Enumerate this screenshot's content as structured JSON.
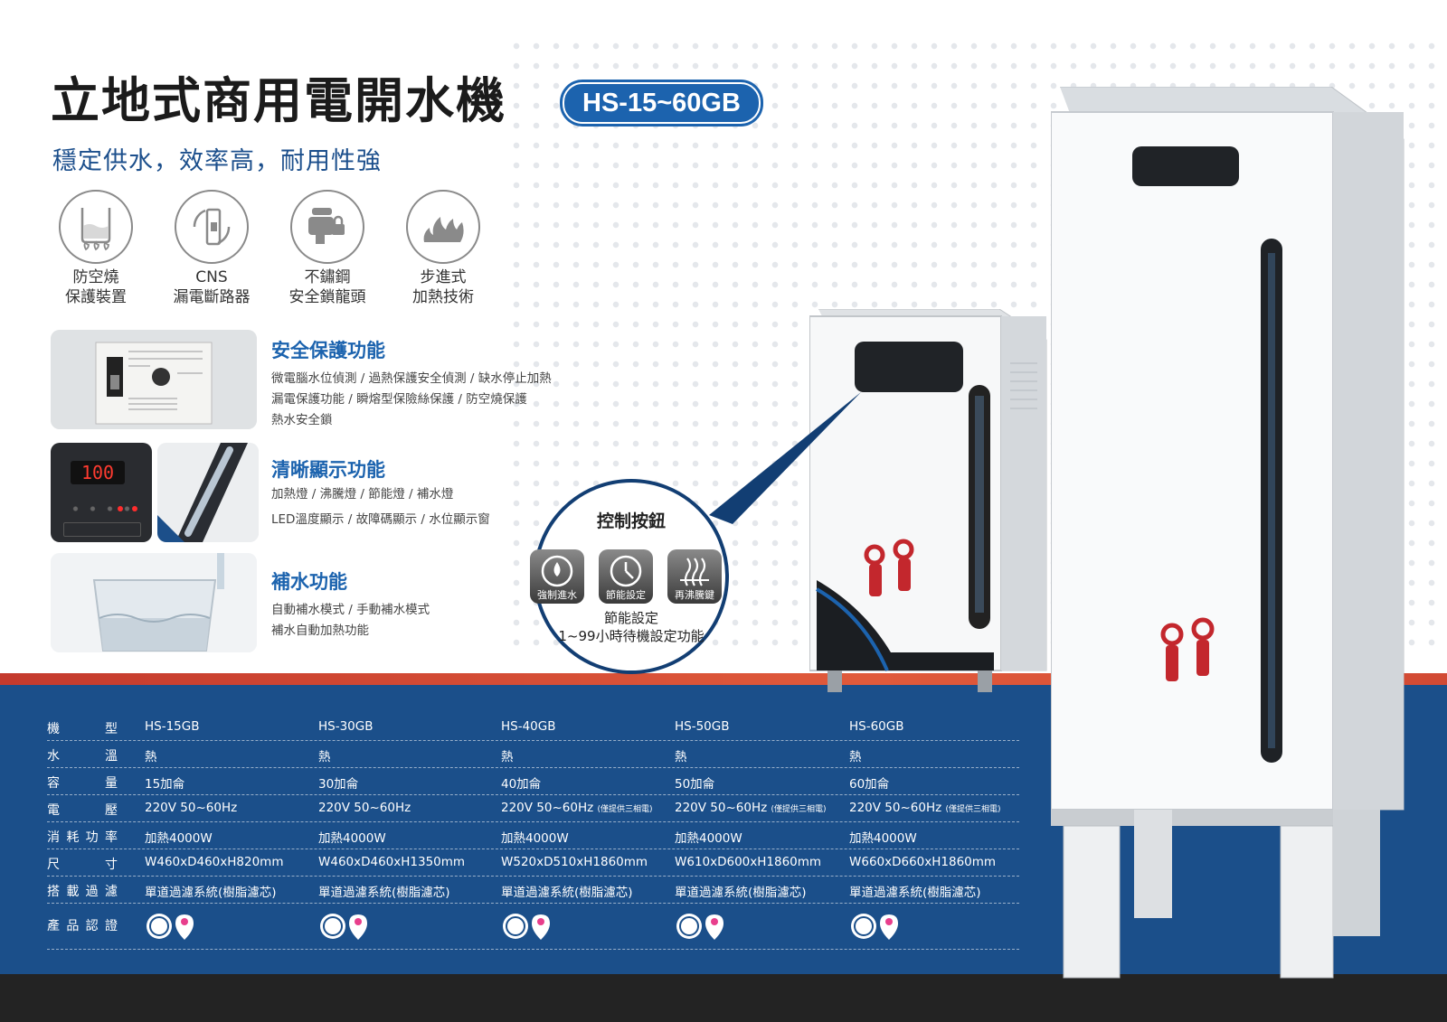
{
  "header": {
    "title": "立地式商用電開水機",
    "model_range": "HS-15~60GB",
    "subtitle": "穩定供水，效率高，耐用性強"
  },
  "features": [
    {
      "icon": "boil-dry-protection-icon",
      "label": "防空燒\n保護裝置"
    },
    {
      "icon": "cns-breaker-icon",
      "label": "CNS\n漏電斷路器"
    },
    {
      "icon": "lock-tap-icon",
      "label": "不鏽鋼\n安全鎖龍頭"
    },
    {
      "icon": "flame-icon",
      "label": "步進式\n加熱技術"
    }
  ],
  "sections": {
    "safety": {
      "title": "安全保護功能",
      "lines": [
        "微電腦水位偵測 / 過熱保護安全偵測 / 缺水停止加熱",
        "漏電保護功能 / 瞬熔型保險絲保護 / 防空燒保護",
        "熱水安全鎖"
      ]
    },
    "display": {
      "title": "清晰顯示功能",
      "lines": [
        "加熱燈 / 沸騰燈 / 節能燈 / 補水燈",
        "LED溫度顯示 / 故障碼顯示 / 水位顯示窗"
      ],
      "led_reading": "100"
    },
    "refill": {
      "title": "補水功能",
      "lines": [
        "自動補水模式 / 手動補水模式",
        "補水自動加熱功能"
      ]
    }
  },
  "control_panel": {
    "title": "控制按鈕",
    "buttons": [
      {
        "label": "強制進水",
        "icon": "water-drop-icon"
      },
      {
        "label": "節能設定",
        "icon": "clock-icon"
      },
      {
        "label": "再沸騰鍵",
        "icon": "steam-icon"
      }
    ],
    "note_title": "節能設定",
    "note_text": "1~99小時待機設定功能"
  },
  "spec_table": {
    "rows": [
      {
        "label": "機型",
        "values": [
          "HS-15GB",
          "HS-30GB",
          "HS-40GB",
          "HS-50GB",
          "HS-60GB"
        ]
      },
      {
        "label": "水溫",
        "values": [
          "熱",
          "熱",
          "熱",
          "熱",
          "熱"
        ]
      },
      {
        "label": "容量",
        "values": [
          "15加侖",
          "30加侖",
          "40加侖",
          "50加侖",
          "60加侖"
        ]
      },
      {
        "label": "電壓",
        "values": [
          "220V 50~60Hz",
          "220V 50~60Hz",
          "220V 50~60Hz",
          "220V 50~60Hz",
          "220V 50~60Hz"
        ],
        "notes": [
          "",
          "",
          "(僅提供三相電)",
          "(僅提供三相電)",
          "(僅提供三相電)"
        ]
      },
      {
        "label": "消耗功率",
        "values": [
          "加熱4000W",
          "加熱4000W",
          "加熱4000W",
          "加熱4000W",
          "加熱4000W"
        ]
      },
      {
        "label": "尺寸",
        "values": [
          "W460xD460xH820mm",
          "W460xD460xH1350mm",
          "W520xD510xH1860mm",
          "W610xD600xH1860mm",
          "W660xD660xH1860mm"
        ]
      },
      {
        "label": "搭載過濾",
        "values": [
          "單道過濾系統(樹脂濾芯)",
          "單道過濾系統(樹脂濾芯)",
          "單道過濾系統(樹脂濾芯)",
          "單道過濾系統(樹脂濾芯)",
          "單道過濾系統(樹脂濾芯)"
        ]
      },
      {
        "label": "產品認證",
        "values": []
      }
    ]
  },
  "colors": {
    "brand_blue": "#1c63ae",
    "band_blue": "#1b4f8a",
    "band_red": "#d24a34",
    "dark": "#232323"
  }
}
